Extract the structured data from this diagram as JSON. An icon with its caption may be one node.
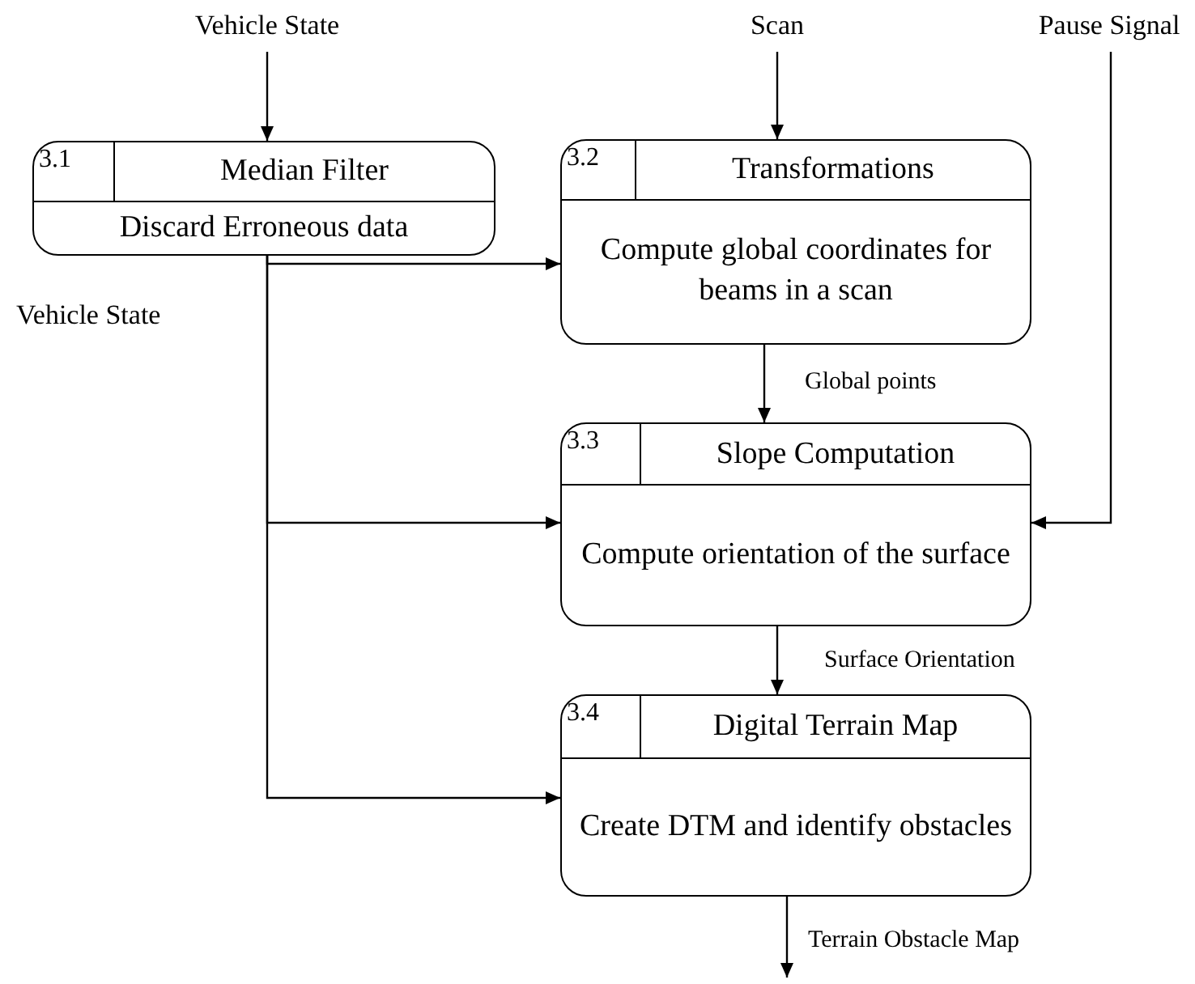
{
  "diagram": {
    "nodes": [
      {
        "text": [
          "Vehicle State"
        ]
      },
      {
        "text": [
          "3.1",
          "Median Filter",
          "Discard Erroneous data"
        ]
      },
      {
        "text": [
          "Scan"
        ]
      },
      {
        "text": [
          "3.2",
          "Transformations",
          "Compute global coordinates for beams in a scan"
        ]
      },
      {
        "text": [
          "Pause Signal"
        ]
      },
      {
        "text": [
          "3.3",
          "Slope Computation",
          "Compute orientation of the surface"
        ]
      },
      {
        "text": [
          "3.4",
          "Digital Terrain Map",
          "Create DTM and identify obstacles"
        ]
      }
    ],
    "edges": [
      {
        "from": 0,
        "to": 1,
        "arrow": "to"
      },
      {
        "from": 2,
        "to": 3,
        "arrow": "to"
      },
      {
        "from": 1,
        "to": 3,
        "arrow": "to"
      },
      {
        "from": 1,
        "to": 5,
        "arrow": "to"
      },
      {
        "from": 1,
        "to": 6,
        "arrow": "to"
      },
      {
        "from": 3,
        "to": 5,
        "arrow": "to",
        "label": "Global points"
      },
      {
        "from": 4,
        "to": 5,
        "arrow": "to"
      },
      {
        "from": 5,
        "to": 6,
        "arrow": "to",
        "label": "Surface Orientation"
      },
      {
        "from": 6,
        "to": null,
        "arrow": "to",
        "label": "Terrain Obstacle Map"
      }
    ],
    "labels": [
      "Vehicle State"
    ]
  }
}
